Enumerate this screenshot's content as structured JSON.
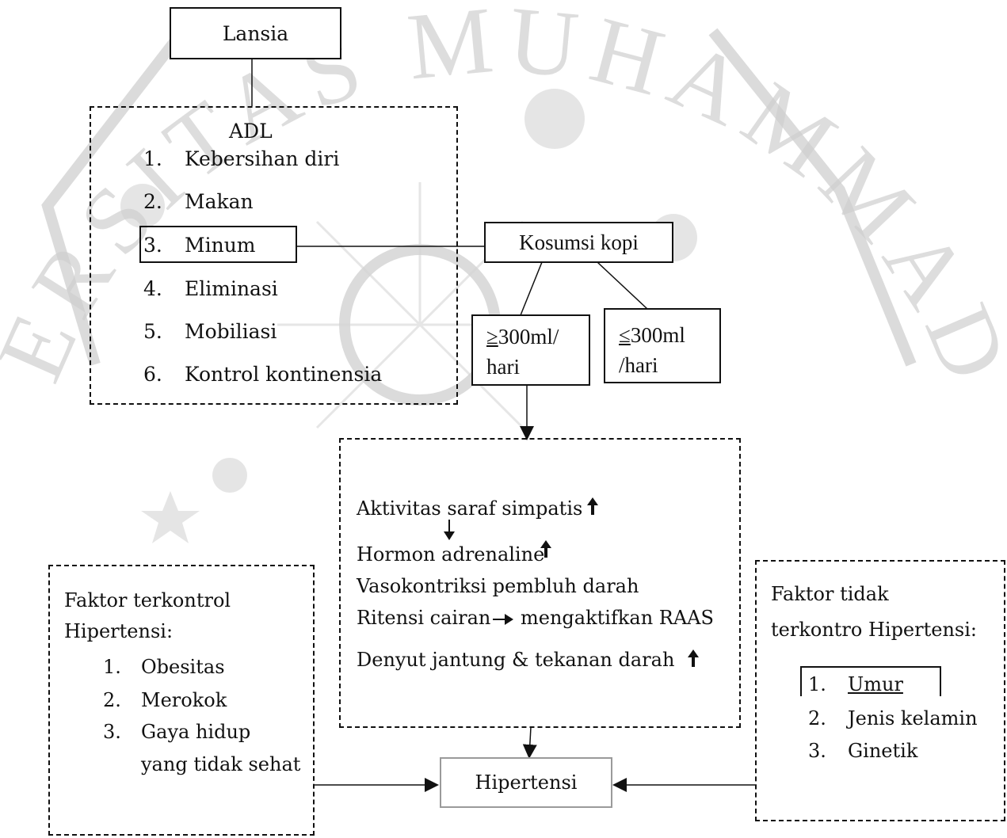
{
  "nodes": {
    "lansia": "Lansia",
    "adl": {
      "title": "ADL",
      "items": [
        {
          "num": "1.",
          "label": "Kebersihan diri"
        },
        {
          "num": "2.",
          "label": "Makan"
        },
        {
          "num": "3.",
          "label": "Minum"
        },
        {
          "num": "4.",
          "label": "Eliminasi"
        },
        {
          "num": "5.",
          "label": "Mobiliasi"
        },
        {
          "num": "6.",
          "label": "Kontrol kontinensia"
        }
      ]
    },
    "kopi": "Kosumsi kopi",
    "ge300": {
      "symbol": "≥",
      "line1": "300ml/",
      "line2": "hari"
    },
    "le300": {
      "symbol": "≤",
      "line1": "300ml",
      "line2": "/hari"
    },
    "mechanism": {
      "line1": "Aktivitas saraf simpatis",
      "line2": "Hormon adrenaline",
      "line3": "Vasokontriksi pembluh darah",
      "line4a": "Ritensi cairan",
      "line4b": "mengaktifkan RAAS",
      "line5": "Denyut jantung & tekanan darah"
    },
    "controlled": {
      "title1": "Faktor terkontrol",
      "title2": "Hipertensi:",
      "items": [
        {
          "num": "1.",
          "label": "Obesitas"
        },
        {
          "num": "2.",
          "label": "Merokok"
        },
        {
          "num": "3.",
          "label": "Gaya hidup"
        }
      ],
      "item3_cont": "yang tidak sehat"
    },
    "uncontrolled": {
      "title1": "Faktor tidak",
      "title2": "terkontro Hipertensi:",
      "items": [
        {
          "num": "1.",
          "label": "Umur"
        },
        {
          "num": "2.",
          "label": "Jenis kelamin"
        },
        {
          "num": "3.",
          "label": "Ginetik"
        }
      ]
    },
    "hipertensi": "Hipertensi"
  },
  "watermark": {
    "arc_text": "UNIVERSITAS MUHAMMADIYAH",
    "color": "#c8c8c8"
  },
  "colors": {
    "ink": "#111111",
    "hipertensi_border": "#9a9a9a"
  }
}
